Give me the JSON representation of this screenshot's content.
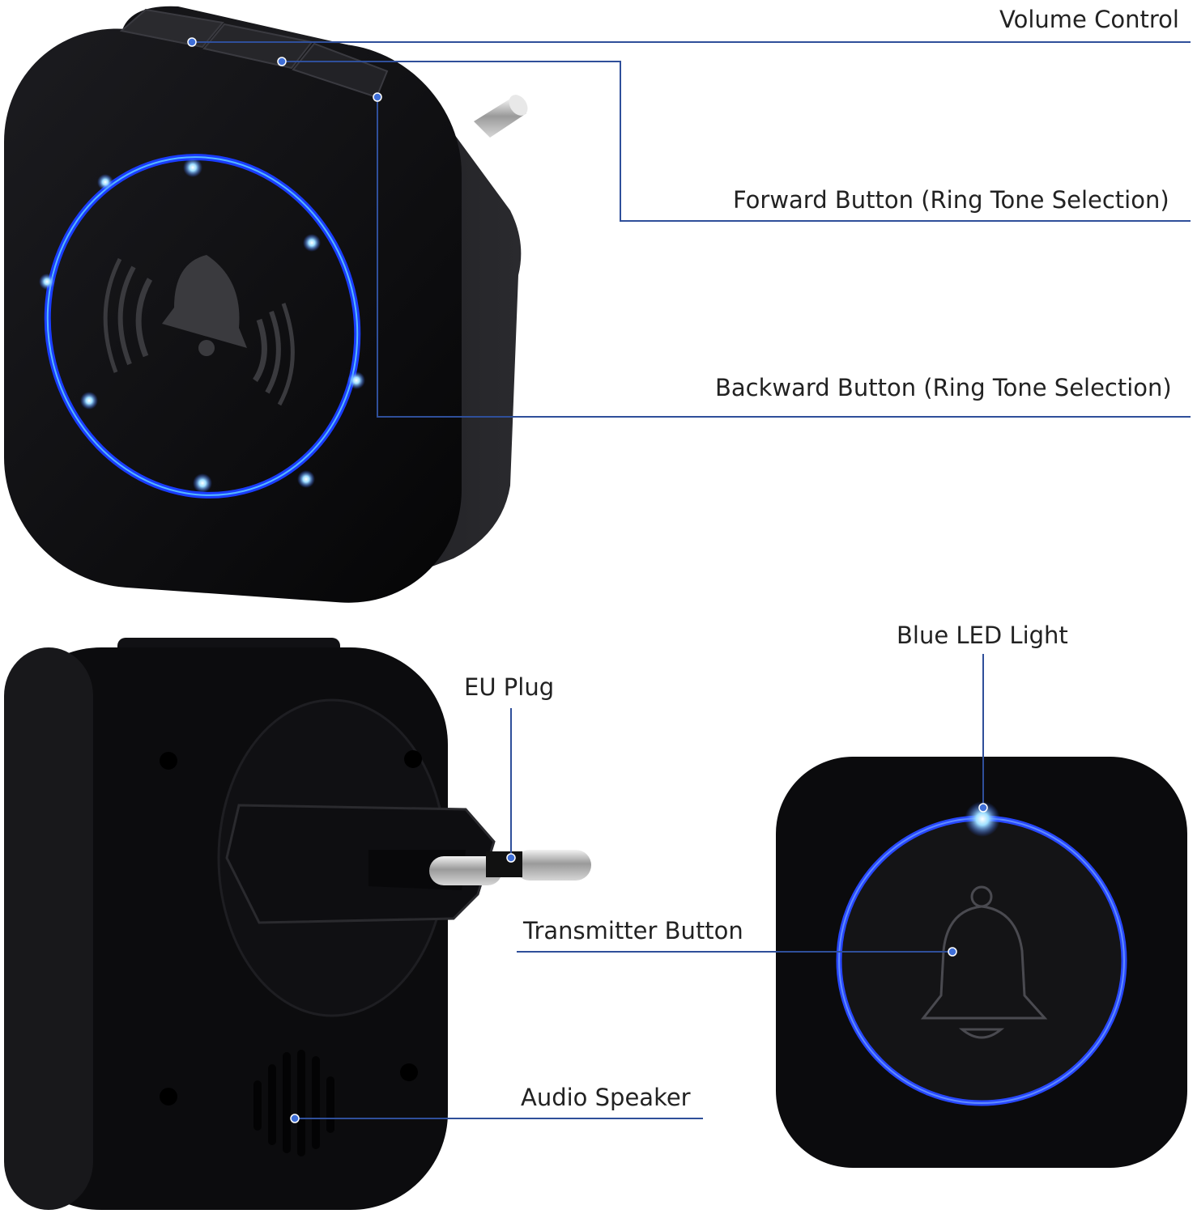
{
  "colors": {
    "device_body": "#0b0b0d",
    "leader_line": "#2f4f9a",
    "led_ring": "#2b5cff",
    "led_glow": "#8fd0ff"
  },
  "labels": {
    "volume_control": "Volume Control",
    "forward_button": "Forward Button (Ring Tone Selection)",
    "backward_button": "Backward Button (Ring Tone Selection)",
    "blue_led_light": "Blue LED Light",
    "eu_plug": "EU Plug",
    "transmitter_button": "Transmitter Button",
    "audio_speaker": "Audio Speaker"
  },
  "icons": {
    "receiver_bell": "bell-ringing-icon",
    "transmitter_bell": "bell-outline-icon"
  }
}
